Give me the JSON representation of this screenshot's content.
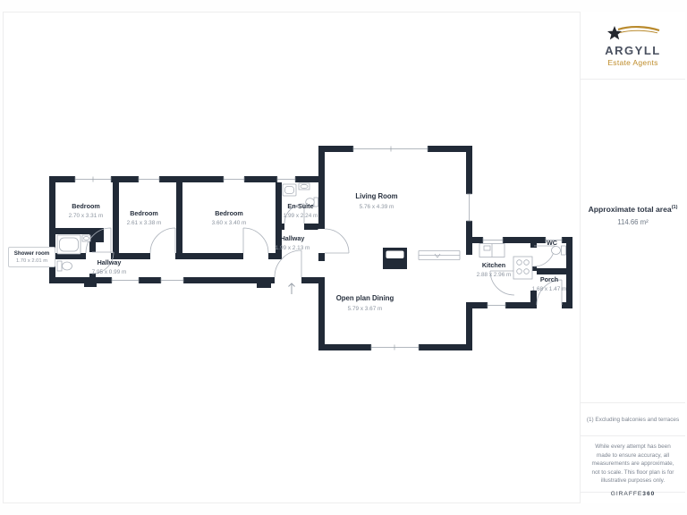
{
  "branding": {
    "name": "ARGYLL",
    "tagline": "Estate Agents"
  },
  "sidebar": {
    "area_title": "Approximate total area",
    "area_superscript": "(1)",
    "area_value": "114.66 m²",
    "footnote": "(1) Excluding balconies and terraces",
    "disclaimer": "While every attempt has been made to ensure accuracy, all measurements are approximate, not to scale. This floor plan is for illustrative purposes only.",
    "watermark_brand": "GIRAFFE",
    "watermark_suffix": "360"
  },
  "plan": {
    "rooms": [
      {
        "name": "Bedroom",
        "dims": "2.70 x 3.31 m"
      },
      {
        "name": "Bedroom",
        "dims": "2.61 x 3.38 m"
      },
      {
        "name": "Bedroom",
        "dims": "3.60 x 3.40 m"
      },
      {
        "name": "En-Suite",
        "dims": "1.99 x 2.24 m"
      },
      {
        "name": "Hallway",
        "dims": "1.99 x 2.13 m"
      },
      {
        "name": "Hallway",
        "dims": "7.95 x 0.99 m"
      },
      {
        "name": "Shower room",
        "dims": "1.70 x 2.01 m"
      },
      {
        "name": "Living Room",
        "dims": "5.76 x 4.39 m"
      },
      {
        "name": "Open plan Dining",
        "dims": "5.79 x 3.67 m"
      },
      {
        "name": "Kitchen",
        "dims": "2.88 x 2.96 m"
      },
      {
        "name": "WC",
        "dims": ""
      },
      {
        "name": "Porch",
        "dims": "1.68 x 1.47 m"
      }
    ]
  },
  "colors": {
    "wall": "#212a37",
    "brand_gold": "#bf8c2a",
    "brand_dark": "#4a5160"
  }
}
